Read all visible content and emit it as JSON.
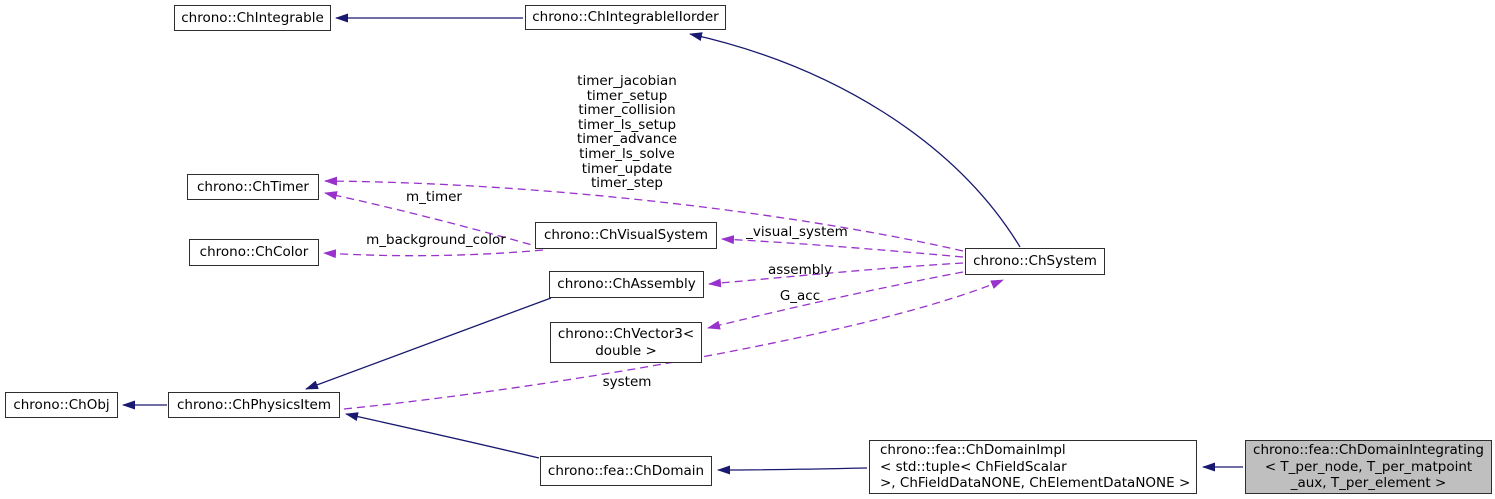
{
  "diagram": {
    "kind": "doxygen-collaboration-graph",
    "current_class": "chrono::fea::ChDomainIntegrating< T_per_node, T_per_matpoint_aux, T_per_element >"
  },
  "colors": {
    "inheritance_edge": "#191970",
    "usage_edge": "#9932cc",
    "node_border": "#2e2e2e",
    "node_fill": "#ffffff",
    "selected_node_fill": "#bfbfbf",
    "text": "#000000",
    "background": "#ffffff"
  },
  "nodes": {
    "integrable": {
      "label": "chrono::ChIntegrable"
    },
    "integrable_iiorder": {
      "label": "chrono::ChIntegrableIIorder"
    },
    "timer": {
      "label": "chrono::ChTimer"
    },
    "color": {
      "label": "chrono::ChColor"
    },
    "visual_system": {
      "label": "chrono::ChVisualSystem"
    },
    "assembly": {
      "label": "chrono::ChAssembly"
    },
    "vector3": {
      "label": "chrono::ChVector3<\ndouble >"
    },
    "system": {
      "label": "chrono::ChSystem"
    },
    "obj": {
      "label": "chrono::ChObj"
    },
    "physics_item": {
      "label": "chrono::ChPhysicsItem"
    },
    "domain": {
      "label": "chrono::fea::ChDomain"
    },
    "domain_impl": {
      "label": "chrono::fea::ChDomainImpl\n< std::tuple< ChFieldScalar\n>, ChFieldDataNONE, ChElementDataNONE >",
      "highlighted": false
    },
    "domain_integrating": {
      "label": "chrono::fea::ChDomainIntegrating\n< T_per_node, T_per_matpoint\n_aux, T_per_element >",
      "highlighted": true
    }
  },
  "edges": [
    {
      "from": "chrono::ChIntegrableIIorder",
      "to": "chrono::ChIntegrable",
      "type": "inheritance",
      "label": ""
    },
    {
      "from": "chrono::ChSystem",
      "to": "chrono::ChIntegrableIIorder",
      "type": "inheritance",
      "label": ""
    },
    {
      "from": "chrono::ChPhysicsItem",
      "to": "chrono::ChObj",
      "type": "inheritance",
      "label": ""
    },
    {
      "from": "chrono::ChAssembly",
      "to": "chrono::ChPhysicsItem",
      "type": "inheritance",
      "label": ""
    },
    {
      "from": "chrono::fea::ChDomain",
      "to": "chrono::ChPhysicsItem",
      "type": "inheritance",
      "label": ""
    },
    {
      "from": "chrono::fea::ChDomainImpl< std::tuple< ChFieldScalar >, ChFieldDataNONE, ChElementDataNONE >",
      "to": "chrono::fea::ChDomain",
      "type": "inheritance",
      "label": ""
    },
    {
      "from": "chrono::fea::ChDomainIntegrating< T_per_node, T_per_matpoint_aux, T_per_element >",
      "to": "chrono::fea::ChDomainImpl< std::tuple< ChFieldScalar >, ChFieldDataNONE, ChElementDataNONE >",
      "type": "inheritance",
      "label": ""
    },
    {
      "from": "chrono::ChSystem",
      "to": "chrono::ChTimer",
      "type": "usage",
      "label": "timer_jacobian\ntimer_setup\ntimer_collision\ntimer_ls_setup\ntimer_advance\ntimer_ls_solve\ntimer_update\ntimer_step"
    },
    {
      "from": "chrono::ChVisualSystem",
      "to": "chrono::ChTimer",
      "type": "usage",
      "label": "m_timer"
    },
    {
      "from": "chrono::ChVisualSystem",
      "to": "chrono::ChColor",
      "type": "usage",
      "label": "m_background_color"
    },
    {
      "from": "chrono::ChSystem",
      "to": "chrono::ChVisualSystem",
      "type": "usage",
      "label": "_visual_system"
    },
    {
      "from": "chrono::ChSystem",
      "to": "chrono::ChAssembly",
      "type": "usage",
      "label": "assembly"
    },
    {
      "from": "chrono::ChSystem",
      "to": "chrono::ChVector3< double >",
      "type": "usage",
      "label": "G_acc"
    },
    {
      "from": "chrono::ChPhysicsItem",
      "to": "chrono::ChSystem",
      "type": "usage",
      "label": "system"
    }
  ]
}
